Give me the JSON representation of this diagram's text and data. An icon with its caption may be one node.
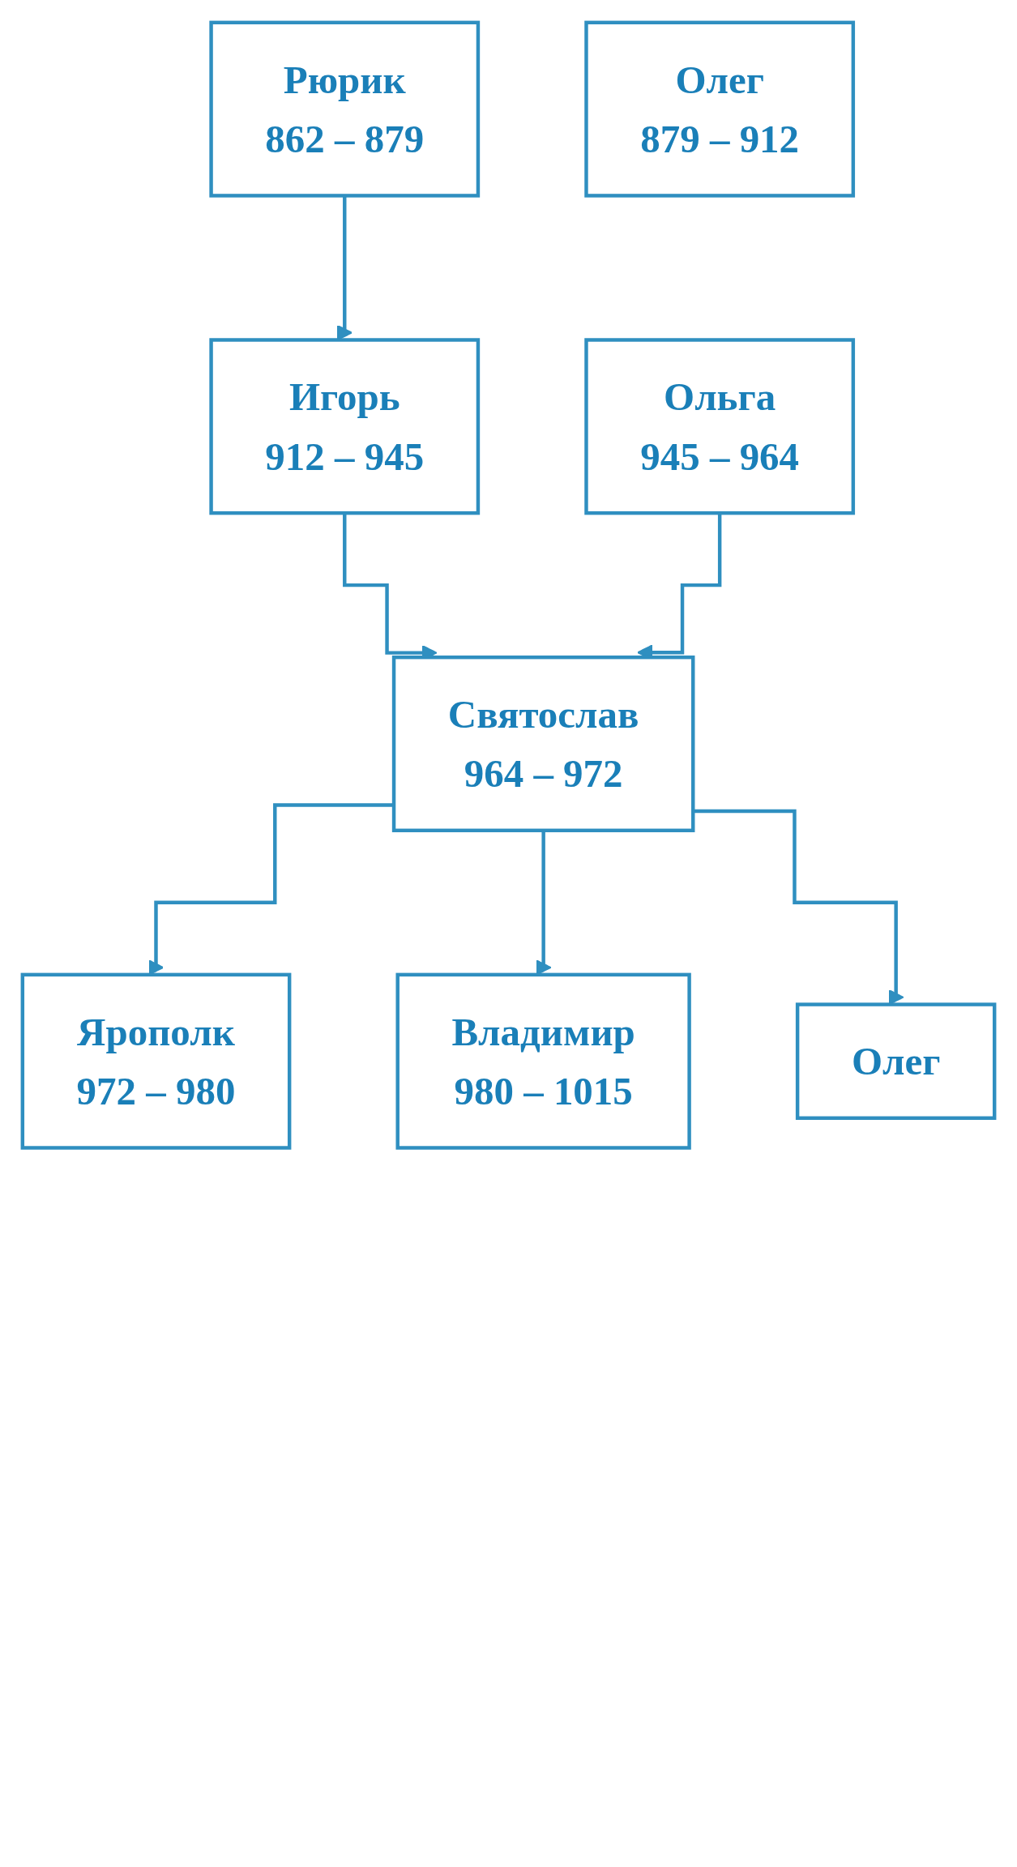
{
  "diagram": {
    "nodes": [
      {
        "text": [
          "Рюрик",
          "862 – 879"
        ]
      },
      {
        "text": [
          "Олег",
          "879 – 912"
        ]
      },
      {
        "text": [
          "Игорь",
          "912 – 945"
        ]
      },
      {
        "text": [
          "Ольга",
          "945 – 964"
        ]
      },
      {
        "text": [
          "Святослав",
          "964 – 972"
        ]
      },
      {
        "text": [
          "Ярополк",
          "972 – 980"
        ]
      },
      {
        "text": [
          "Владимир",
          "980 – 1015"
        ]
      },
      {
        "text": [
          "Олег"
        ]
      }
    ],
    "edges": [
      {
        "from": 0,
        "to": 2,
        "arrow": "to"
      },
      {
        "from": 2,
        "to": 4,
        "arrow": "to"
      },
      {
        "from": 3,
        "to": 4,
        "arrow": "to"
      },
      {
        "from": 4,
        "to": 5,
        "arrow": "to"
      },
      {
        "from": 4,
        "to": 6,
        "arrow": "to"
      },
      {
        "from": 4,
        "to": 7,
        "arrow": "to"
      }
    ]
  }
}
